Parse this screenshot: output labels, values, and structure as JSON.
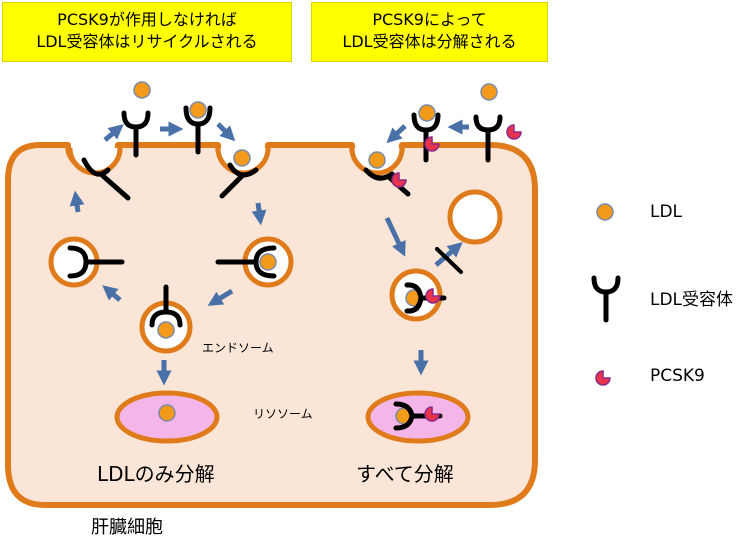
{
  "header": {
    "left": {
      "line1": "PCSK9が作用しなければ",
      "line2": "LDL受容体はリサイクルされる"
    },
    "right": {
      "line1": "PCSK9によって",
      "line2": "LDL受容体は分解される"
    }
  },
  "labels": {
    "endosome": "エンドソーム",
    "lysosome": "リソソーム",
    "left_result": "LDLのみ分解",
    "right_result": "すべて分解",
    "cell": "肝臓細胞"
  },
  "legend": [
    {
      "key": "ldl",
      "label": "LDL"
    },
    {
      "key": "receptor",
      "label": "LDL受容体"
    },
    {
      "key": "pcsk9",
      "label": "PCSK9"
    }
  ],
  "colors": {
    "cell_fill": "#fbe5d6",
    "membrane": "#e07b1c",
    "ldl": "#f39a1b",
    "pcsk9": "#e8334a",
    "lysosome": "#f4b6e8",
    "arrow": "#4a70a8",
    "highlight": "#ffff00"
  }
}
